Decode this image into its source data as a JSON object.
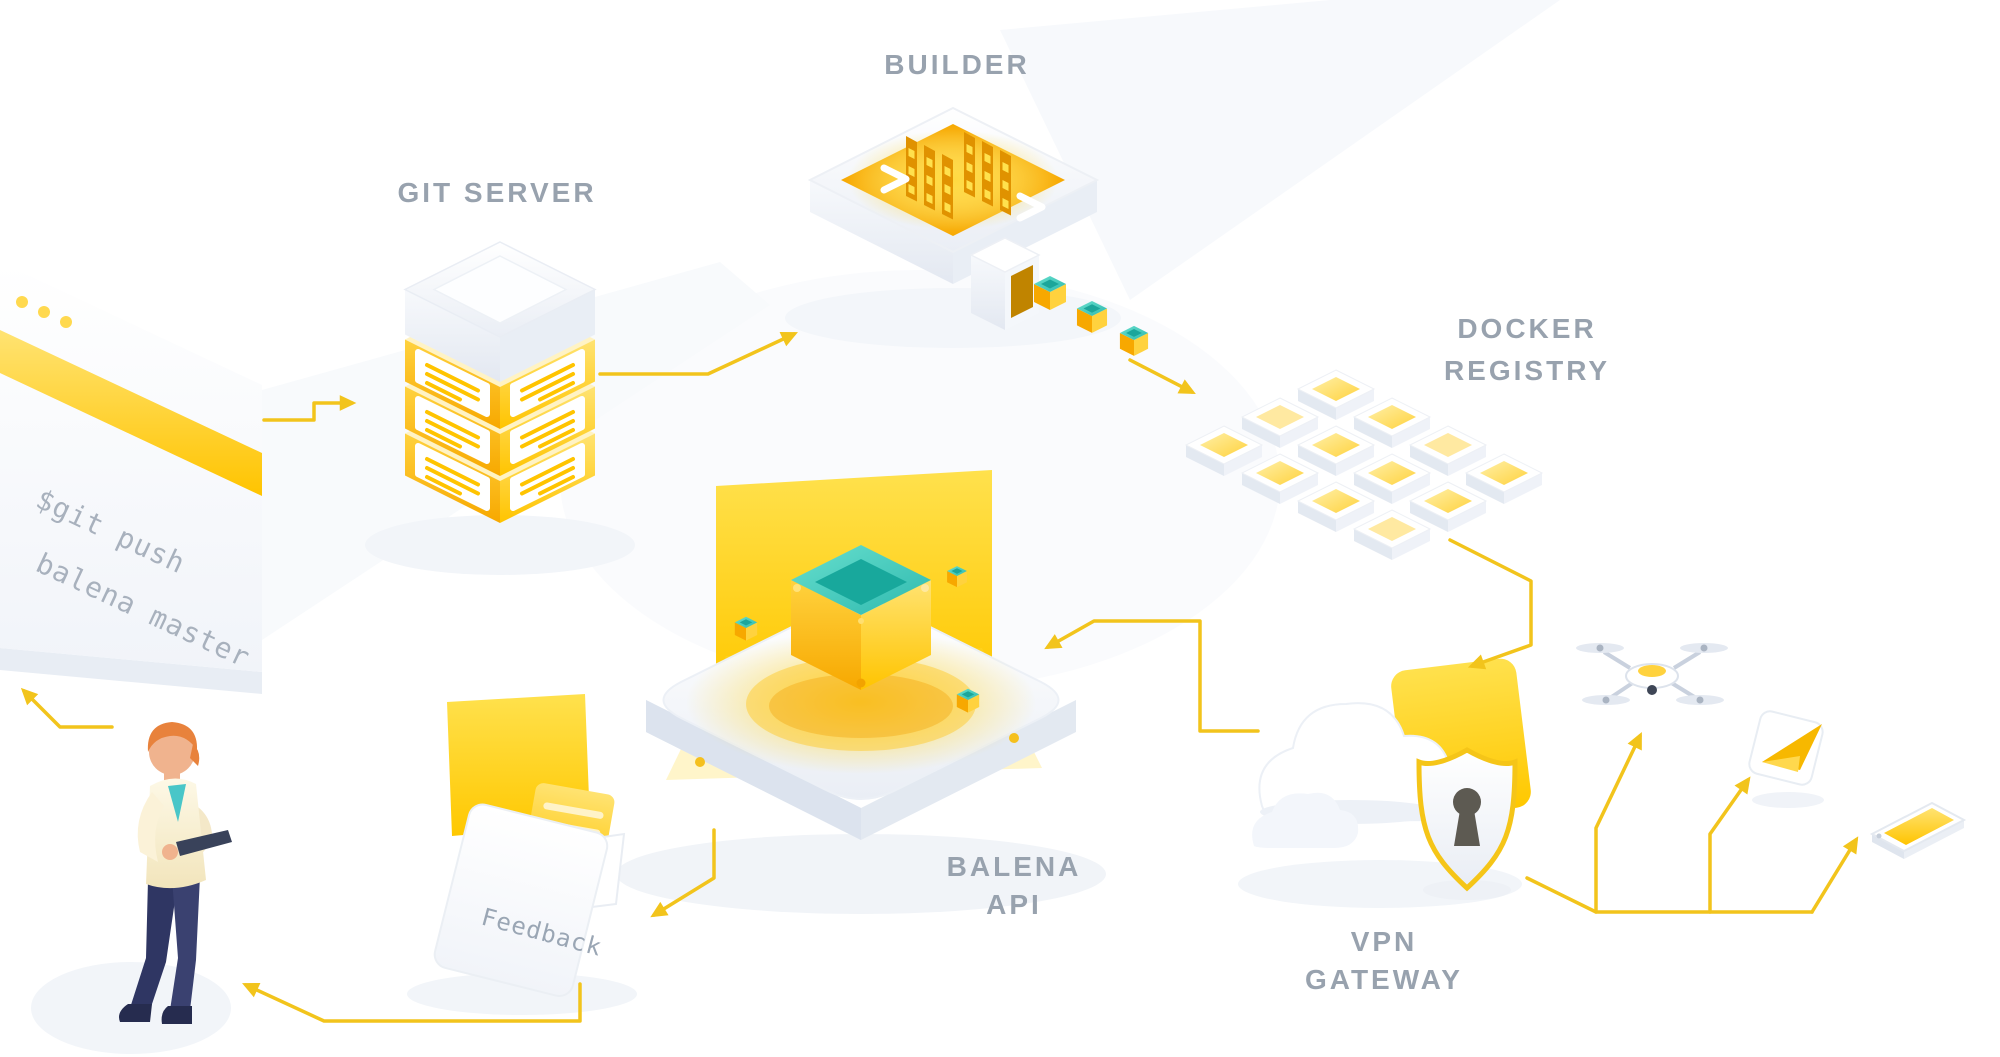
{
  "diagram": {
    "terminal": {
      "window_dots": 3,
      "line1": "$git push",
      "line2": "balena master"
    },
    "nodes": {
      "git_server": {
        "label": "GIT SERVER",
        "icon": "server-stack-icon"
      },
      "builder": {
        "label": "BUILDER",
        "icon": "build-chamber-icon"
      },
      "docker_registry": {
        "line1": "DOCKER",
        "line2": "REGISTRY",
        "icon": "registry-tile-grid-icon"
      },
      "balena_api": {
        "line1": "BALENA",
        "line2": "API",
        "icon": "container-cube-icon"
      },
      "vpn": {
        "line1": "VPN",
        "line2": "GATEWAY",
        "icon": "cloud-shield-lock-icon"
      },
      "feedback": {
        "label": "Feedback",
        "icon": "feedback-card-icon"
      }
    },
    "devices": [
      "drone",
      "paper-plane-message",
      "smartphone"
    ],
    "flows": [
      {
        "from": "terminal",
        "to": "git-server"
      },
      {
        "from": "git-server",
        "to": "builder"
      },
      {
        "from": "builder",
        "to": "docker-registry"
      },
      {
        "from": "docker-registry",
        "to": "vpn-cloud"
      },
      {
        "from": "vpn-cloud",
        "to": "balena-api"
      },
      {
        "from": "balena-api",
        "to": "feedback"
      },
      {
        "from": "feedback",
        "to": "developer"
      },
      {
        "from": "developer",
        "to": "terminal"
      },
      {
        "from": "vpn-cloud",
        "to": "drone"
      },
      {
        "from": "vpn-cloud",
        "to": "paper-plane-message"
      },
      {
        "from": "vpn-cloud",
        "to": "smartphone"
      }
    ],
    "colors": {
      "background": "#FFFFFF",
      "accent_yellow": "#FFC400",
      "accent_yellow_light": "#FFDC4D",
      "accent_orange": "#F5A000",
      "teal": "#35C0B8",
      "label_gray": "#98A2AE",
      "terminal_text_gray": "#A8B1BD",
      "arrow_yellow": "#F2C41C",
      "figure_navy": "#2F3663",
      "hair_orange": "#E8823C"
    }
  }
}
